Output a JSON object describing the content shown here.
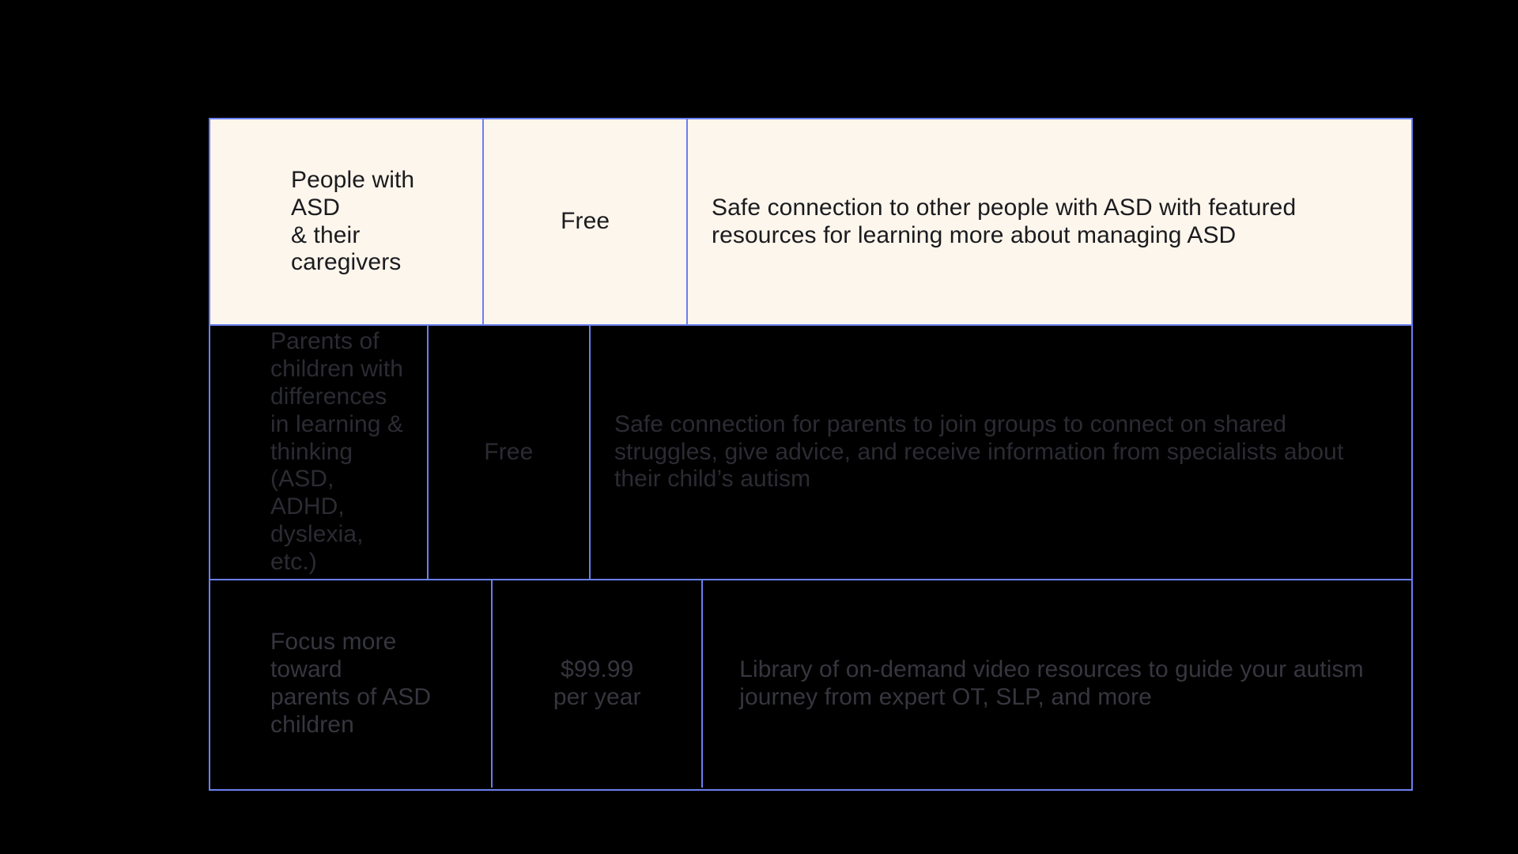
{
  "palette": {
    "page_background": "#000000",
    "table_border": "#6B7FF0",
    "highlight_row_background": "#FDF6EC",
    "highlight_row_text": "#1B1B1F",
    "dim_row_background": "#000000",
    "dim_row_text_row2": "#2B2B33",
    "dim_row_text_row3": "#36363F"
  },
  "table": {
    "columns": [
      "audience",
      "price",
      "value_proposition"
    ],
    "rows": [
      {
        "highlighted": true,
        "audience": "People with ASD\n& their caregivers",
        "price": "Free",
        "value_proposition": "Safe connection to other people with ASD with featured resources for learning more about managing ASD"
      },
      {
        "highlighted": false,
        "audience": "Parents of children with differences in learning & thinking (ASD, ADHD, dyslexia, etc.)",
        "price": "Free",
        "value_proposition": "Safe connection for parents to join groups to connect on shared struggles, give advice, and receive information from specialists about their child’s autism"
      },
      {
        "highlighted": false,
        "audience": "Focus more toward\nparents of ASD children",
        "price": "$99.99\nper year",
        "value_proposition": "Library of on-demand video resources to guide your autism journey from expert OT, SLP, and more"
      }
    ]
  }
}
